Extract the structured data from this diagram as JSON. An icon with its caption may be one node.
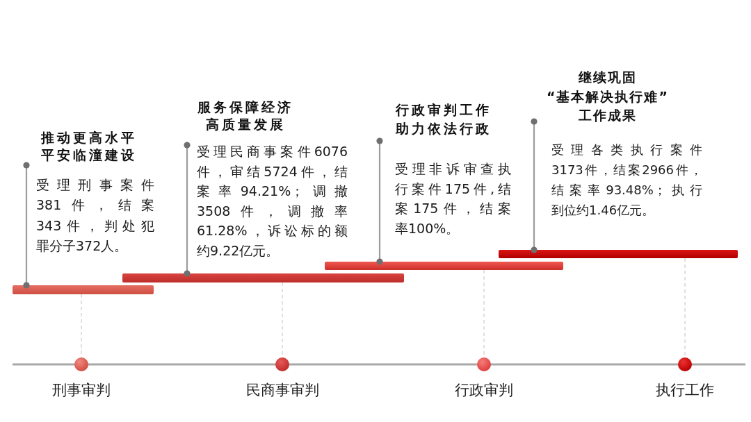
{
  "diagram": {
    "nodes": [
      {
        "text": [
          "推动更高水平平安临潼建设",
          "受理刑事案件381件，结案343件，判处犯罪分子372人。"
        ]
      },
      {
        "text": [
          "服务保障经济高质量发展",
          "受理民商事案件6076件，审结5724件，结案率94.21%；调撤3508件，调撤率61.28%，诉讼标的额约9.22亿元。"
        ]
      },
      {
        "text": [
          "行政审判工作助力依法行政",
          "受理非诉审查执行案件175件,结案175件，结案率100%。"
        ]
      },
      {
        "text": [
          "继续巩固“基本解决执行难”工作成果",
          "受理各类执行案件3173件，结案2966件，结案率93.48%；执行到位约1.46亿元。"
        ]
      },
      {
        "text": [],
        "shape": "bar"
      },
      {
        "text": [],
        "shape": "bar"
      },
      {
        "text": [],
        "shape": "bar"
      },
      {
        "text": [],
        "shape": "bar"
      },
      {
        "text": [
          "刑事审判"
        ]
      },
      {
        "text": [
          "民商事审判"
        ]
      },
      {
        "text": [
          "行政审判"
        ]
      },
      {
        "text": [
          "执行工作"
        ]
      }
    ],
    "edges": [
      {
        "from": 0,
        "to": 4,
        "arrow": "other"
      },
      {
        "from": 1,
        "to": 5,
        "arrow": "other"
      },
      {
        "from": 2,
        "to": 6,
        "arrow": "other"
      },
      {
        "from": 3,
        "to": 7,
        "arrow": "other"
      },
      {
        "from": 4,
        "to": 8,
        "arrow": "none",
        "style": "dashed",
        "color": "#d9d9d9"
      },
      {
        "from": 5,
        "to": 9,
        "arrow": "none",
        "style": "dashed",
        "color": "#d9d9d9"
      },
      {
        "from": 6,
        "to": 10,
        "arrow": "none",
        "style": "dashed",
        "color": "#d9d9d9"
      },
      {
        "from": 7,
        "to": 11,
        "arrow": "none",
        "style": "dashed",
        "color": "#d9d9d9"
      }
    ]
  }
}
